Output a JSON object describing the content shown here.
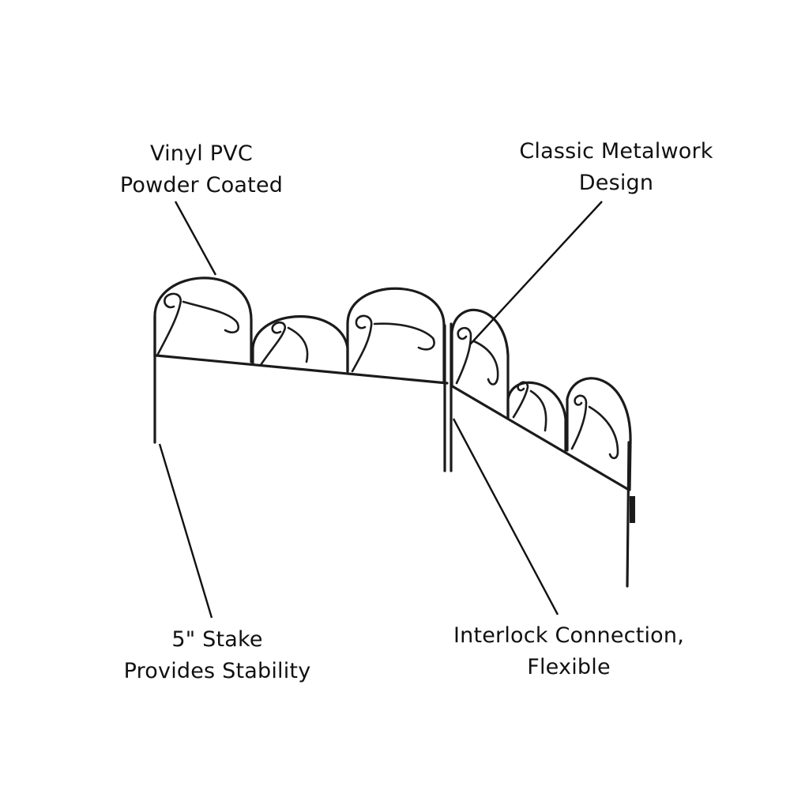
{
  "callouts": {
    "pvc": {
      "line1": "Vinyl PVC",
      "line2": "Powder Coated",
      "icon": "coating-callout"
    },
    "metal": {
      "line1": "Classic Metalwork",
      "line2": "Design",
      "icon": "design-callout"
    },
    "stake": {
      "line1": "5\" Stake",
      "line2": "Provides Stability",
      "icon": "stake-callout"
    },
    "lock": {
      "line1": "Interlock Connection,",
      "line2": "Flexible",
      "icon": "connection-callout"
    }
  },
  "colors": {
    "background": "#ffffff",
    "line": "#1b1b1b",
    "text": "#111111"
  }
}
